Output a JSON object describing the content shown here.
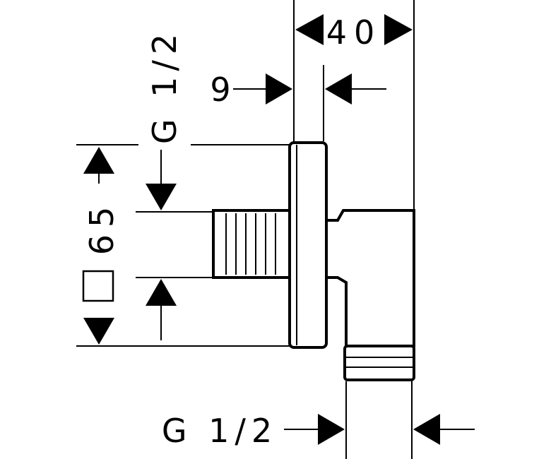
{
  "dimensions": {
    "width_total": "40",
    "flange_thickness": "9",
    "thread_top": "G 1/2",
    "square_size": "65",
    "square_symbol": "□",
    "thread_bottom": "G 1/2"
  }
}
